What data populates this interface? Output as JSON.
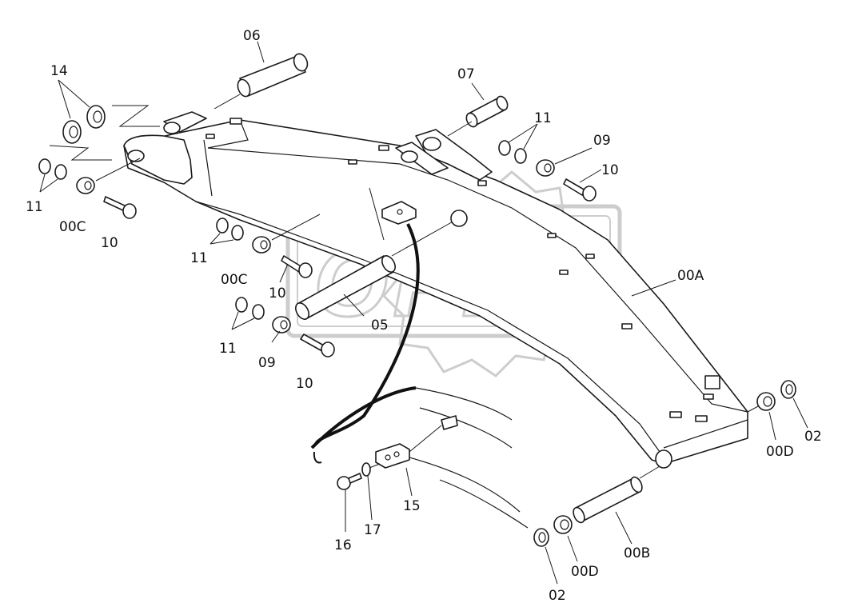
{
  "watermark": {
    "text": "OPEX",
    "color": "#c8c8c8"
  },
  "labels": {
    "p06": "06",
    "p07": "07",
    "p14": "14",
    "p11a": "11",
    "p11b": "11",
    "p11c": "11",
    "p11d": "11",
    "p09a": "09",
    "p09b": "09",
    "p10a": "10",
    "p10b": "10",
    "p10c": "10",
    "p10d": "10",
    "p00c_a": "00C",
    "p00c_b": "00C",
    "p05": "05",
    "p00a": "00A",
    "p00b": "00B",
    "p00d_a": "00D",
    "p00d_b": "00D",
    "p02a": "02",
    "p02b": "02",
    "p15": "15",
    "p16": "16",
    "p17": "17"
  }
}
